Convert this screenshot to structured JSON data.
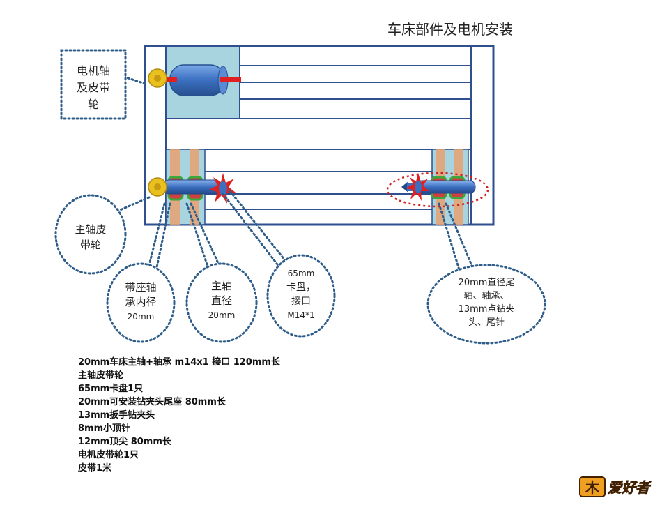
{
  "title": "车床部件及电机安装",
  "callouts": {
    "motor_shaft": [
      "电机轴",
      "及皮带",
      "轮"
    ],
    "spindle_pulley": [
      "主轴皮",
      "带轮"
    ],
    "bearing": [
      "带座轴",
      "承内径",
      "20mm"
    ],
    "spindle_dia": [
      "主轴",
      "直径",
      "20mm"
    ],
    "chuck": [
      "65mm",
      "卡盘，",
      "接口",
      "M14*1"
    ],
    "tailstock": [
      "20mm直径尾",
      "轴、轴承、",
      "13mm点钻夹",
      "头、尾针"
    ]
  },
  "parts_list": [
    "20mm车床主轴+轴承 m14x1 接口 120mm长",
    "主轴皮带轮",
    "65mm卡盘1只",
    "20mm可安装钻夹头尾座 80mm长",
    "13mm扳手钻夹头",
    "8mm小顶针",
    "12mm顶尖 80mm长",
    "电机皮带轮1只",
    "皮带1米"
  ],
  "logo_text": "爱好者",
  "colors": {
    "frame": "#2f4f8f",
    "panel": "#a8d4e0",
    "shaft": "#3b6fc0",
    "bearing_fill": "#e8a070",
    "bearing_green": "#3aa83a",
    "gear": "#e8c020",
    "star": "#e02020",
    "dotted": "#2f5d8a",
    "ellipse": "#d02020"
  }
}
